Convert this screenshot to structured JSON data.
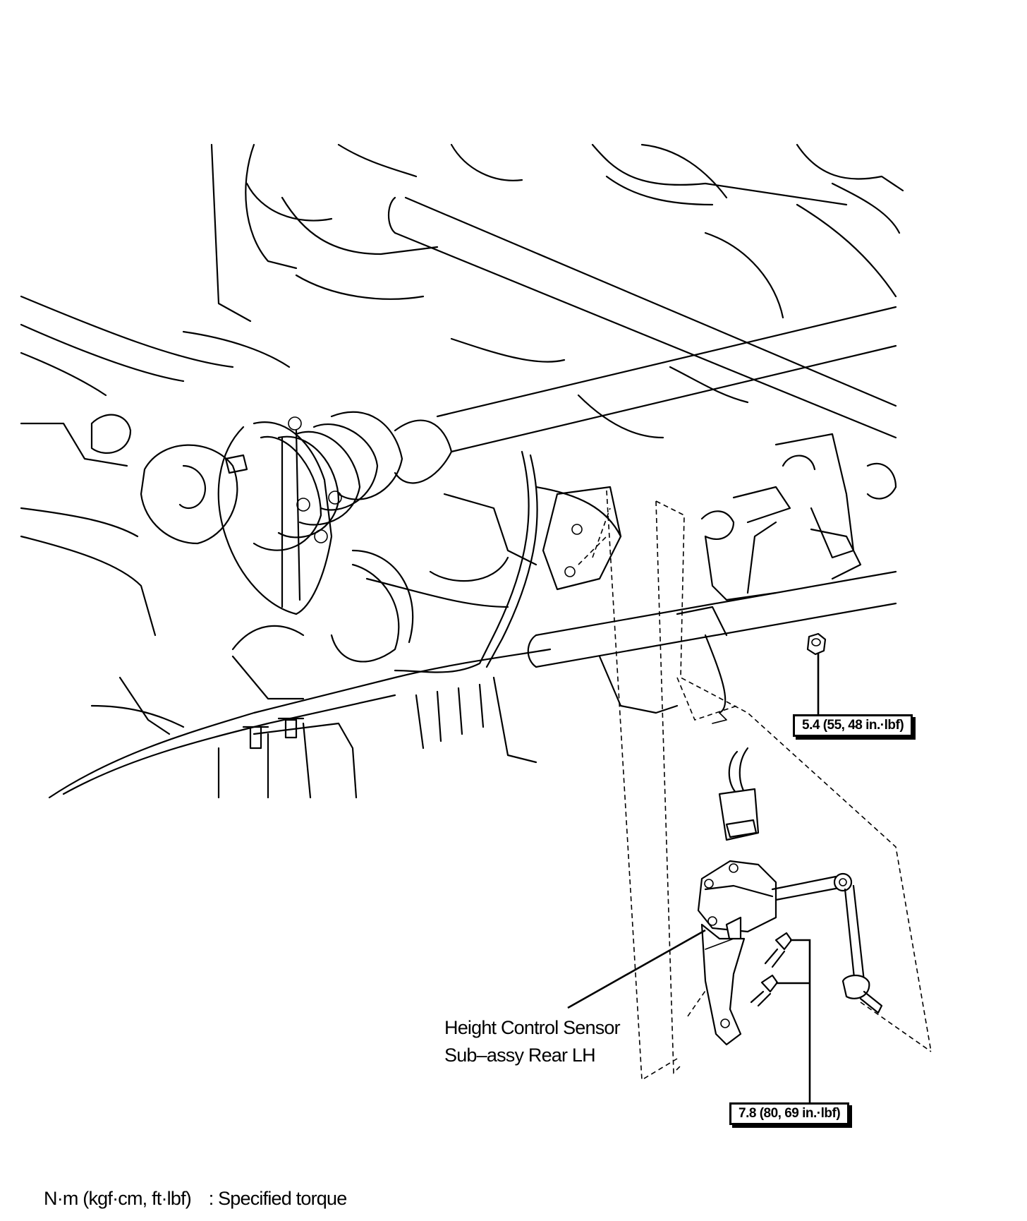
{
  "callouts": {
    "nut_torque": "5.4 (55, 48 in.·lbf)",
    "bolt_torque": "7.8 (80, 69 in.·lbf)"
  },
  "part_label": {
    "line1": "Height Control Sensor",
    "line2": "Sub–assy Rear LH"
  },
  "legend": {
    "unit": "N·m (kgf·cm, ft·lbf)",
    "meaning": ": Specified torque"
  }
}
